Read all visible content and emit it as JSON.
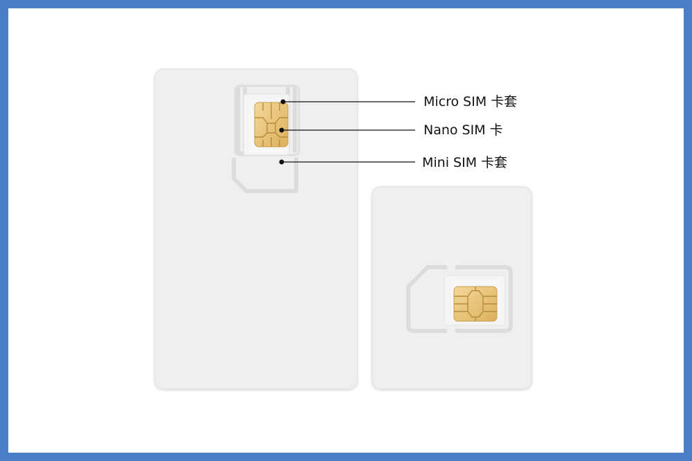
{
  "labels": {
    "micro": "Micro SIM 卡套",
    "nano": "Nano SIM 卡",
    "mini": "Mini SIM 卡套"
  },
  "colors": {
    "frame": "#4a7fc8",
    "card": "#efefef",
    "chip": "#e8c47a",
    "leader": "#111111"
  }
}
